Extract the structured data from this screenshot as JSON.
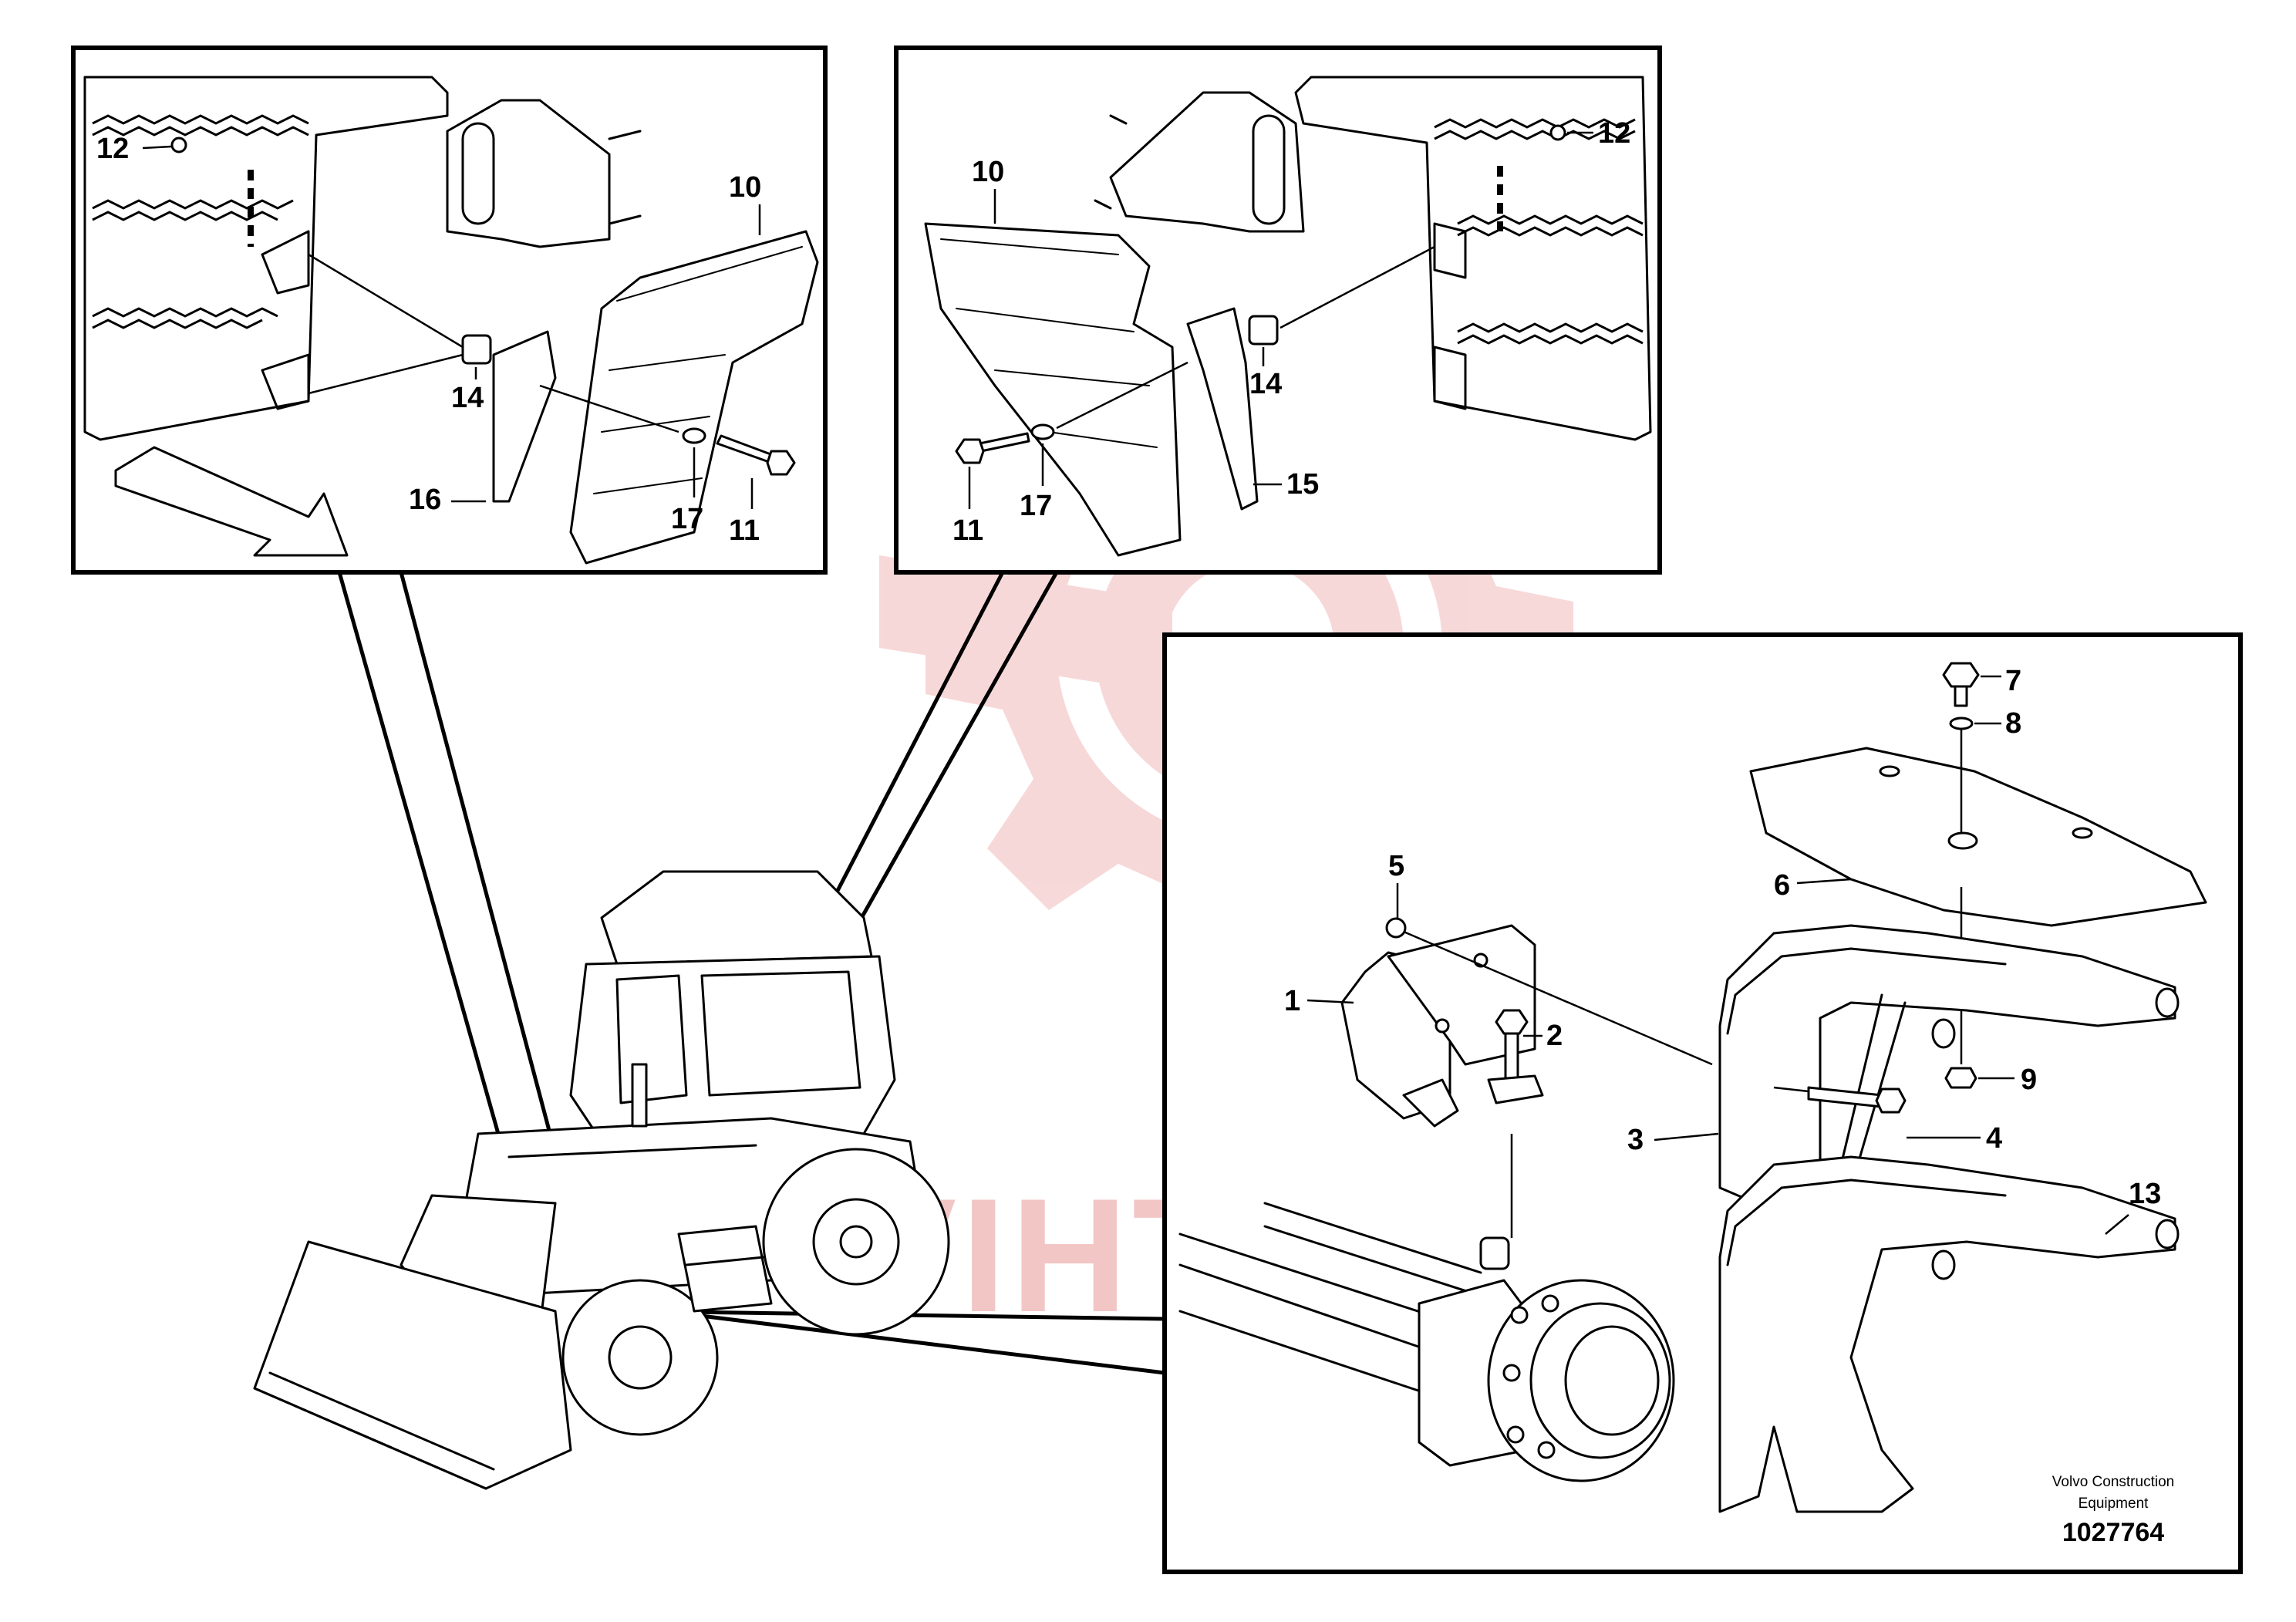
{
  "watermark": {
    "text": "VIHTEX",
    "color": "#f3c6c6"
  },
  "credit": {
    "line1": "Volvo Construction",
    "line2": "Equipment"
  },
  "drawing_number": "1027764",
  "callouts": {
    "left_panel": {
      "c12": "12",
      "c10": "10",
      "c14": "14",
      "c16": "16",
      "c17": "17",
      "c11": "11"
    },
    "center_panel": {
      "c10": "10",
      "c12": "12",
      "c14": "14",
      "c15": "15",
      "c11": "11",
      "c17": "17"
    },
    "right_panel": {
      "c7": "7",
      "c8": "8",
      "c6": "6",
      "c5": "5",
      "c1": "1",
      "c2": "2",
      "c9": "9",
      "c3": "3",
      "c4": "4",
      "c13": "13"
    }
  }
}
